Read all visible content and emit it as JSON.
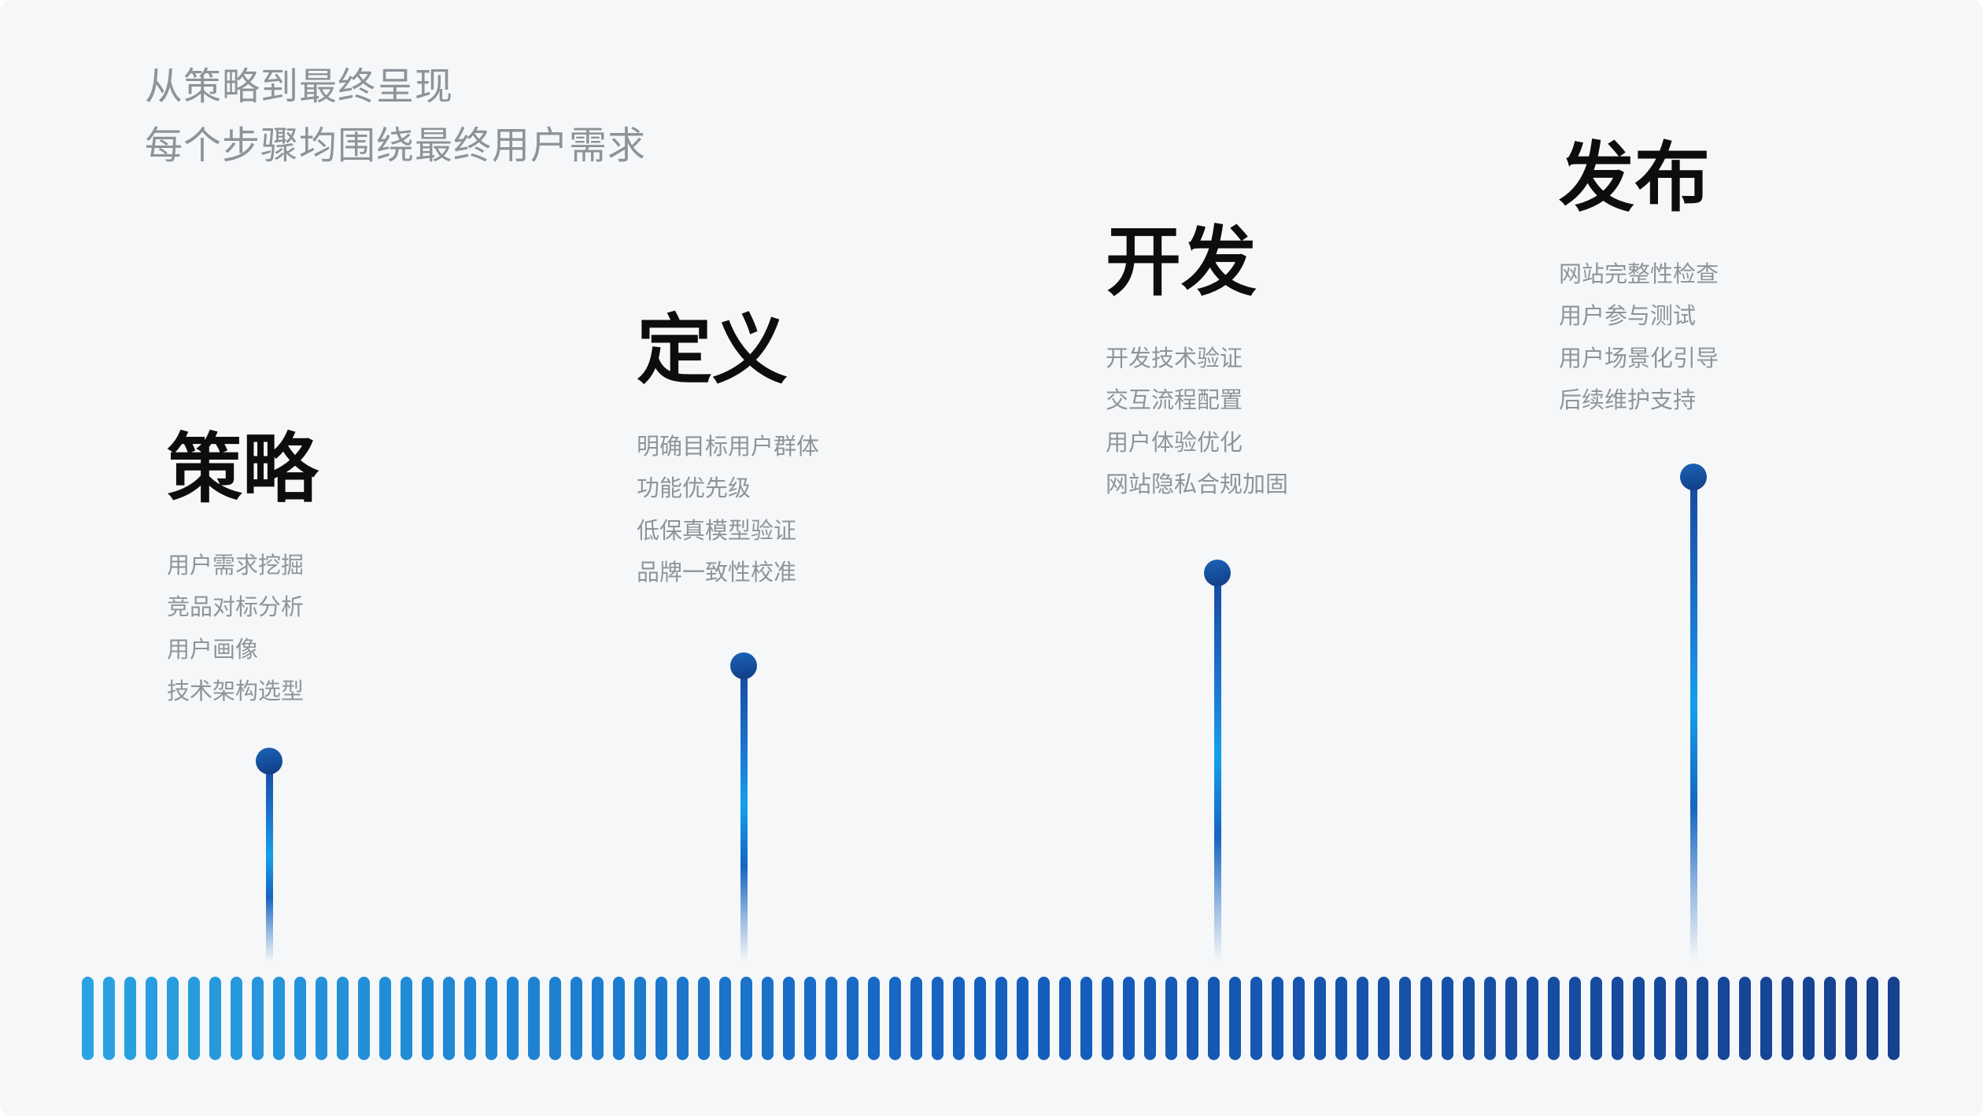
{
  "header": {
    "line1": "从策略到最终呈现",
    "line2": "每个步骤均围绕最终用户需求"
  },
  "stages": [
    {
      "title": "策略",
      "items": [
        "用户需求挖掘",
        "竞品对标分析",
        "用户画像",
        "技术架构选型"
      ]
    },
    {
      "title": "定义",
      "items": [
        "明确目标用户群体",
        "功能优先级",
        "低保真模型验证",
        "品牌一致性校准"
      ]
    },
    {
      "title": "开发",
      "items": [
        "开发技术验证",
        "交互流程配置",
        "用户体验优化",
        "网站隐私合规加固"
      ]
    },
    {
      "title": "发布",
      "items": [
        "网站完整性检查",
        "用户参与测试",
        "用户场景化引导",
        "后续维护支持"
      ]
    }
  ],
  "timeline": {
    "bar_count": 86,
    "gradient": [
      "#29A3E2",
      "#1560C0",
      "#16418F"
    ]
  },
  "colors": {
    "background": "#F6F7F8",
    "header_text": "#8E9399",
    "item_text": "#8F9499",
    "title_text": "#0C0D0E",
    "stem_highlight": "#14A0EA",
    "dot_top": "#1A5FB3",
    "dot_bottom": "#123E86"
  }
}
